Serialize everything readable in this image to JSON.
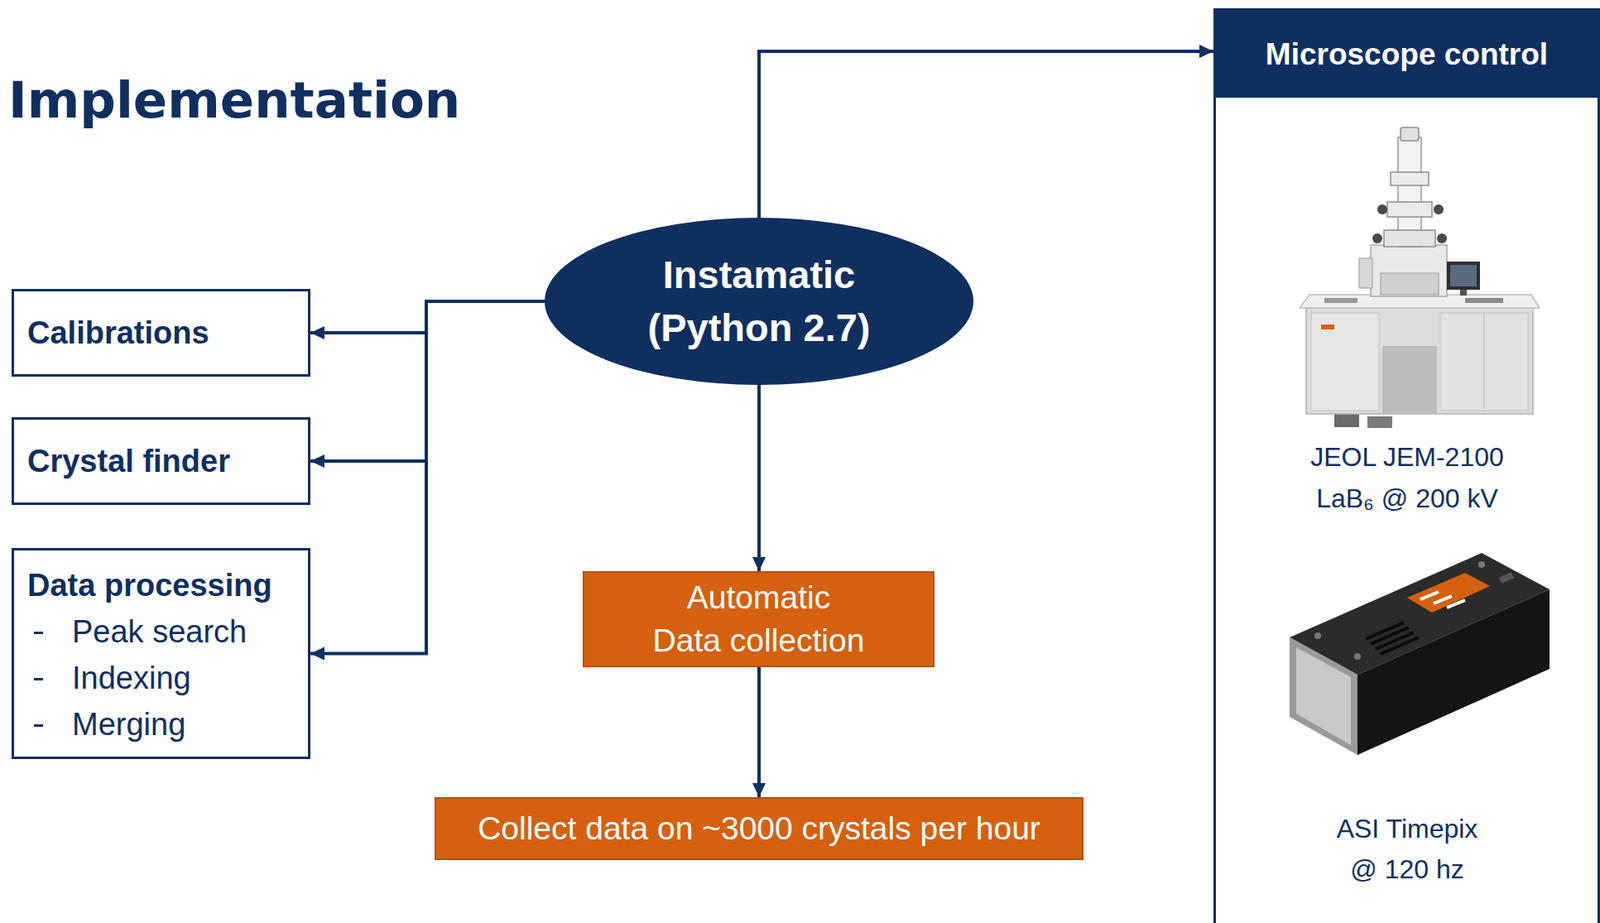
{
  "diagram": {
    "title": "Implementation",
    "nodes": [
      {
        "text": [
          "Instamatic (Python 2.7)"
        ]
      },
      {
        "text": [
          "Calibrations"
        ]
      },
      {
        "text": [
          "Crystal finder"
        ]
      },
      {
        "text": [
          "Data processing",
          "Peak search",
          "Indexing",
          "Merging"
        ]
      },
      {
        "text": [
          "Automatic Data collection"
        ]
      },
      {
        "text": [
          "Collect data on ~3000 crystals per hour"
        ]
      },
      {
        "text": [
          "Microscope control"
        ]
      }
    ],
    "edges": [
      {
        "from": 0,
        "to": 6,
        "arrow": "to"
      },
      {
        "from": 0,
        "to": 1,
        "arrow": "to"
      },
      {
        "from": 0,
        "to": 2,
        "arrow": "to"
      },
      {
        "from": 0,
        "to": 3,
        "arrow": "to"
      },
      {
        "from": 0,
        "to": 4,
        "arrow": "to"
      },
      {
        "from": 4,
        "to": 5,
        "arrow": "to"
      }
    ],
    "labels": [
      "JEOL JEM-2100",
      "LaB₆ @ 200 kV",
      "ASI Timepix",
      "@ 120 hz"
    ]
  }
}
